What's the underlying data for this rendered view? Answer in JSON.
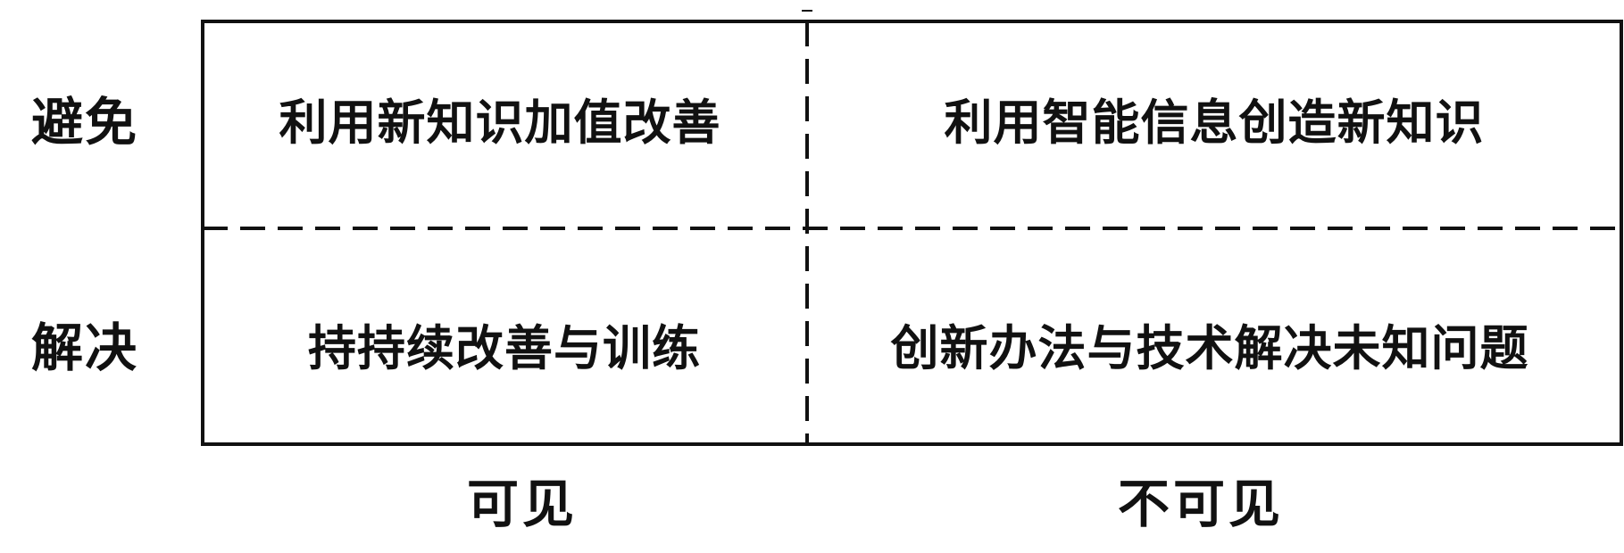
{
  "rows": [
    {
      "label": "避免"
    },
    {
      "label": "解决"
    }
  ],
  "columns": [
    {
      "label": "可见"
    },
    {
      "label": "不可见"
    }
  ],
  "cells": {
    "avoid_visible": "利用新知识加值改善",
    "avoid_invisible": "利用智能信息创造新知识",
    "solve_visible": "持持续改善与训练",
    "solve_invisible": "创新办法与技术解决未知问题"
  },
  "colors": {
    "line": "#111111",
    "text": "#111111",
    "background": "#ffffff"
  }
}
